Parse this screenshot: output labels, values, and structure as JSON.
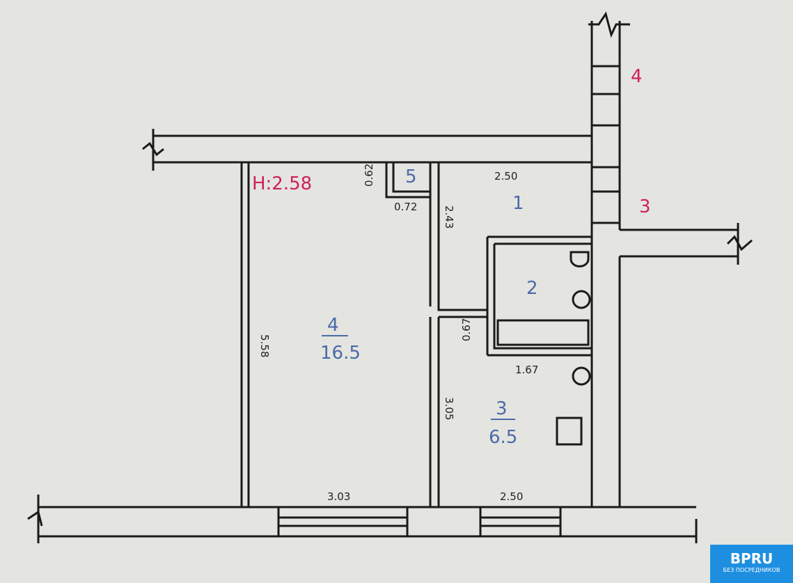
{
  "plan": {
    "ceiling_height": "H:2.58",
    "dims": {
      "left_wall": "5.58",
      "bottom_left": "3.03",
      "bottom_right": "2.50",
      "top_hall": "2.50",
      "closet_h": "0.62",
      "closet_w": "0.72",
      "hall_h": "2.43",
      "bath_gap": "0.67",
      "bath_w": "1.67",
      "kitchen_h": "3.05"
    },
    "rooms": [
      {
        "num": "1"
      },
      {
        "num": "2"
      },
      {
        "num": "3",
        "area": "6.5"
      },
      {
        "num": "4",
        "area": "16.5"
      },
      {
        "num": "5"
      }
    ],
    "stair_labels": [
      "4",
      "3"
    ]
  },
  "logo": {
    "name": "BPRU",
    "tagline": "БЕЗ ПОСРЕДНИКОВ"
  },
  "colors": {
    "paper": "#e4e4e0",
    "ink": "#1a1a1a",
    "blue": "#4a6aa8",
    "magenta": "#d0205a",
    "logo": "#1e8fe0"
  }
}
